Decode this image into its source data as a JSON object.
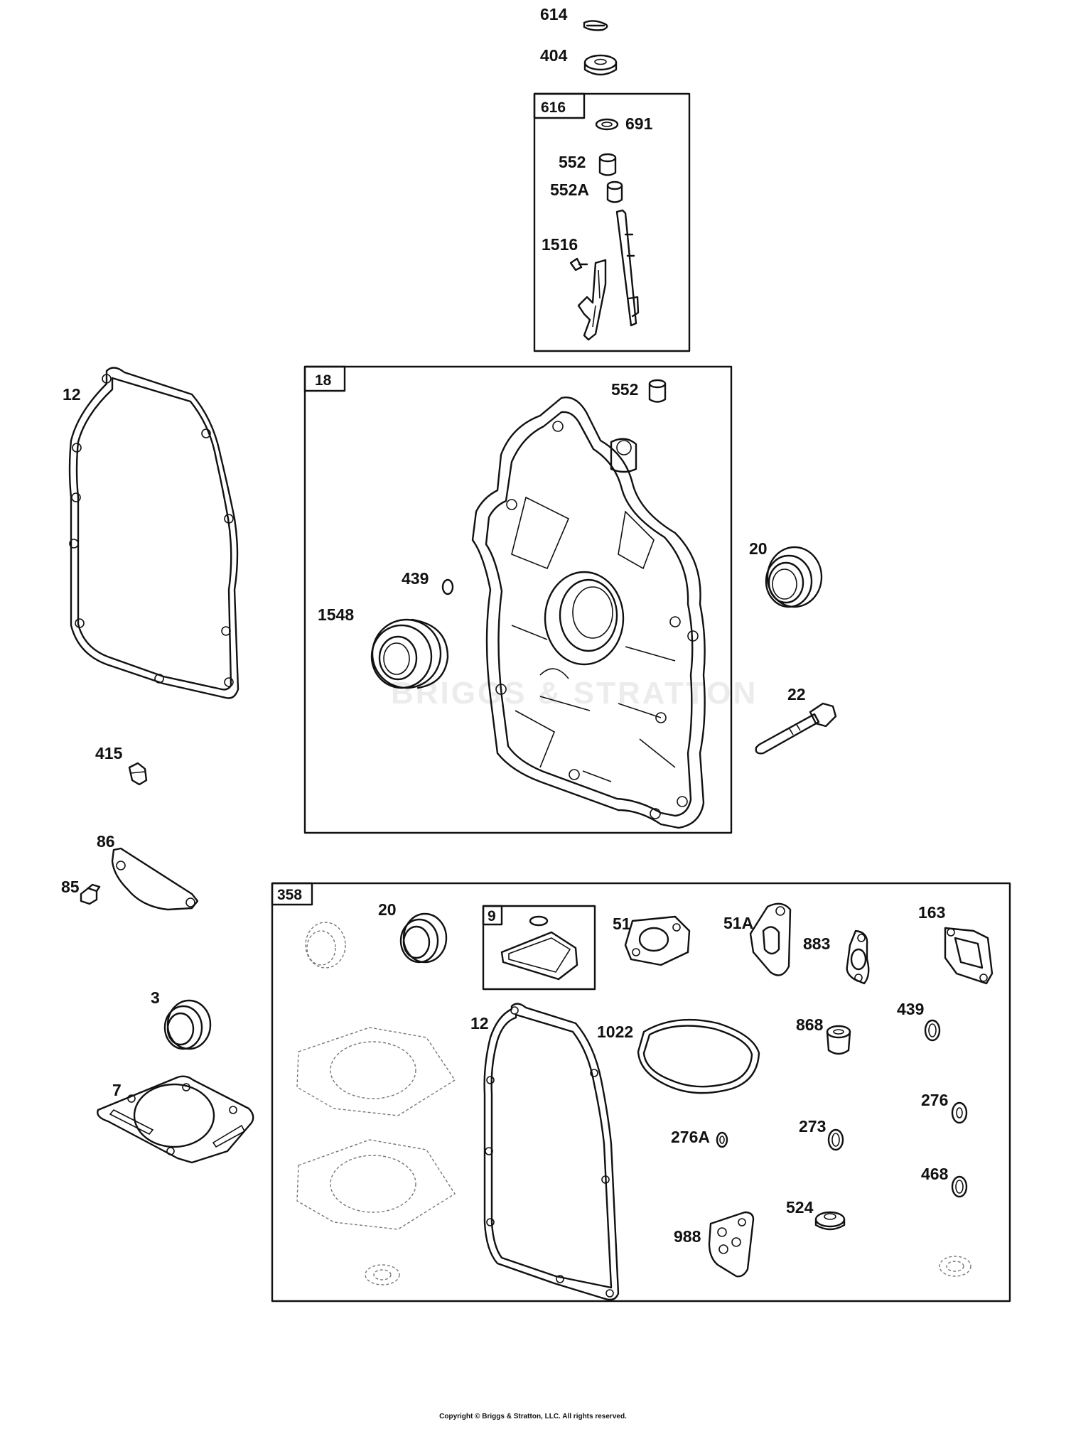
{
  "watermark": "BRIGGS & STRATTON",
  "copyright": "Copyright © Briggs & Stratton, LLC. All rights reserved.",
  "labels": {
    "p614": "614",
    "p404": "404",
    "p691": "691",
    "p552a_top": "552",
    "p552A": "552A",
    "p1516": "1516",
    "p12_left": "12",
    "p552_cover": "552",
    "p439_cover": "439",
    "p1548": "1548",
    "p20_right": "20",
    "p22": "22",
    "p415": "415",
    "p86": "86",
    "p85": "85",
    "p3": "3",
    "p7": "7",
    "p20_kit": "20",
    "p51": "51",
    "p51A": "51A",
    "p883": "883",
    "p163": "163",
    "p12_kit": "12",
    "p1022": "1022",
    "p868": "868",
    "p439_kit": "439",
    "p276": "276",
    "p273": "273",
    "p276A": "276A",
    "p468": "468",
    "p524": "524",
    "p988": "988"
  },
  "boxes": {
    "governor_kit": "616",
    "crankcase_cover": "18",
    "gasket_set": "358",
    "gasket_sub": "9"
  }
}
